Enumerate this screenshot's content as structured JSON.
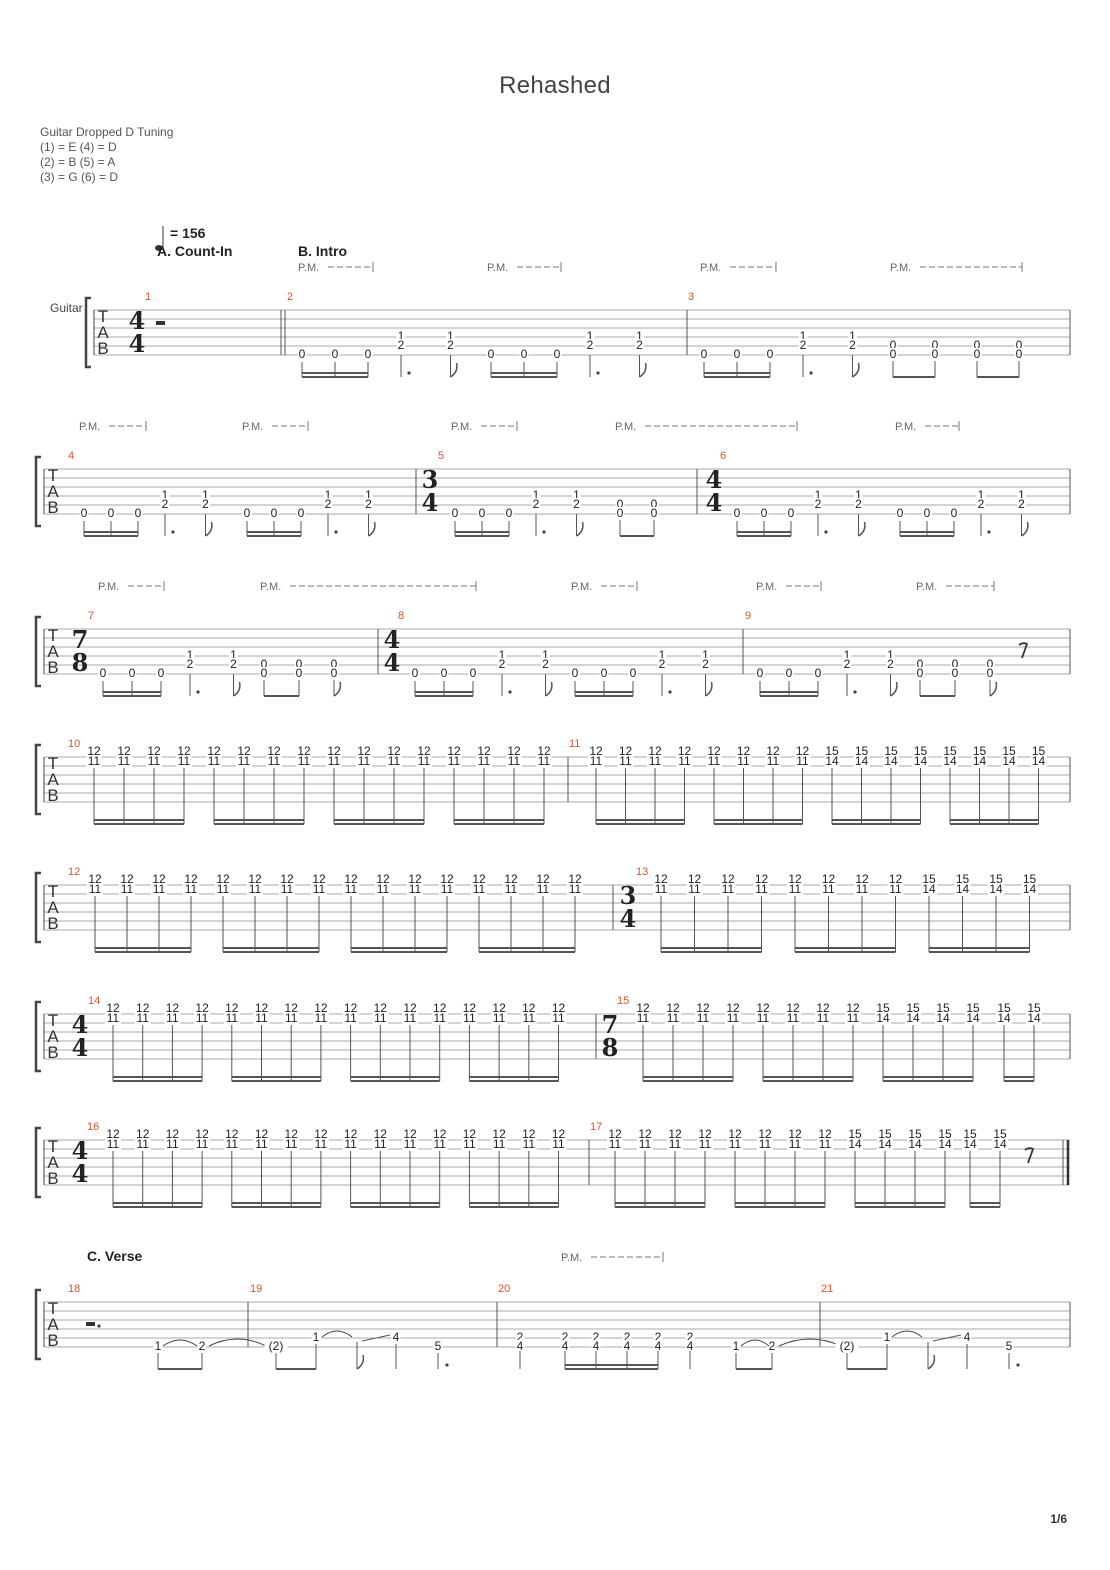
{
  "title": "Rehashed",
  "tuning": {
    "name": "Guitar Dropped D Tuning",
    "lines": [
      "(1) = E (4) = D",
      "(2) = B (5) = A",
      "(3) = G (6) = D"
    ]
  },
  "tempo": "= 156",
  "instrument": "Guitar",
  "tab_letters": [
    "T",
    "A",
    "B"
  ],
  "pm_label": "P.M.",
  "sections": {
    "A": "A. Count-In",
    "B": "B. Intro",
    "C": "C. Verse"
  },
  "page_number": "1/6",
  "systems": [
    {
      "measures": [
        {
          "n": "1",
          "ts": [
            "4",
            "4"
          ]
        },
        {
          "n": "2"
        },
        {
          "n": "3"
        }
      ]
    },
    {
      "measures": [
        {
          "n": "4"
        },
        {
          "n": "5",
          "ts": [
            "3",
            "4"
          ]
        },
        {
          "n": "6",
          "ts": [
            "4",
            "4"
          ]
        }
      ]
    },
    {
      "measures": [
        {
          "n": "7",
          "ts": [
            "7",
            "8"
          ]
        },
        {
          "n": "8",
          "ts": [
            "4",
            "4"
          ]
        },
        {
          "n": "9"
        }
      ]
    },
    {
      "measures": [
        {
          "n": "10"
        },
        {
          "n": "11"
        }
      ]
    },
    {
      "measures": [
        {
          "n": "12"
        },
        {
          "n": "13",
          "ts": [
            "3",
            "4"
          ]
        }
      ]
    },
    {
      "measures": [
        {
          "n": "14",
          "ts": [
            "4",
            "4"
          ]
        },
        {
          "n": "15",
          "ts": [
            "7",
            "8"
          ]
        }
      ]
    },
    {
      "measures": [
        {
          "n": "16",
          "ts": [
            "4",
            "4"
          ]
        },
        {
          "n": "17"
        }
      ]
    },
    {
      "measures": [
        {
          "n": "18"
        },
        {
          "n": "19"
        },
        {
          "n": "20"
        },
        {
          "n": "21"
        }
      ]
    }
  ],
  "intro_riff": {
    "open": "0",
    "chord_top": "1",
    "chord_bottom": "2",
    "tail_open_pairs": [
      "0",
      "0"
    ]
  },
  "chug": {
    "top_a": "12",
    "bottom_a": "11",
    "top_b": "15",
    "bottom_b": "14"
  },
  "verse": {
    "m19": [
      "1",
      "2",
      "(2)",
      "1",
      "4",
      "5"
    ],
    "m20": [
      "2",
      "4",
      "2",
      "4",
      "2",
      "4",
      "2",
      "4",
      "2",
      "4",
      "2",
      "4",
      "1",
      "2"
    ],
    "m21": [
      "(2)",
      "1",
      "4",
      "5"
    ]
  }
}
